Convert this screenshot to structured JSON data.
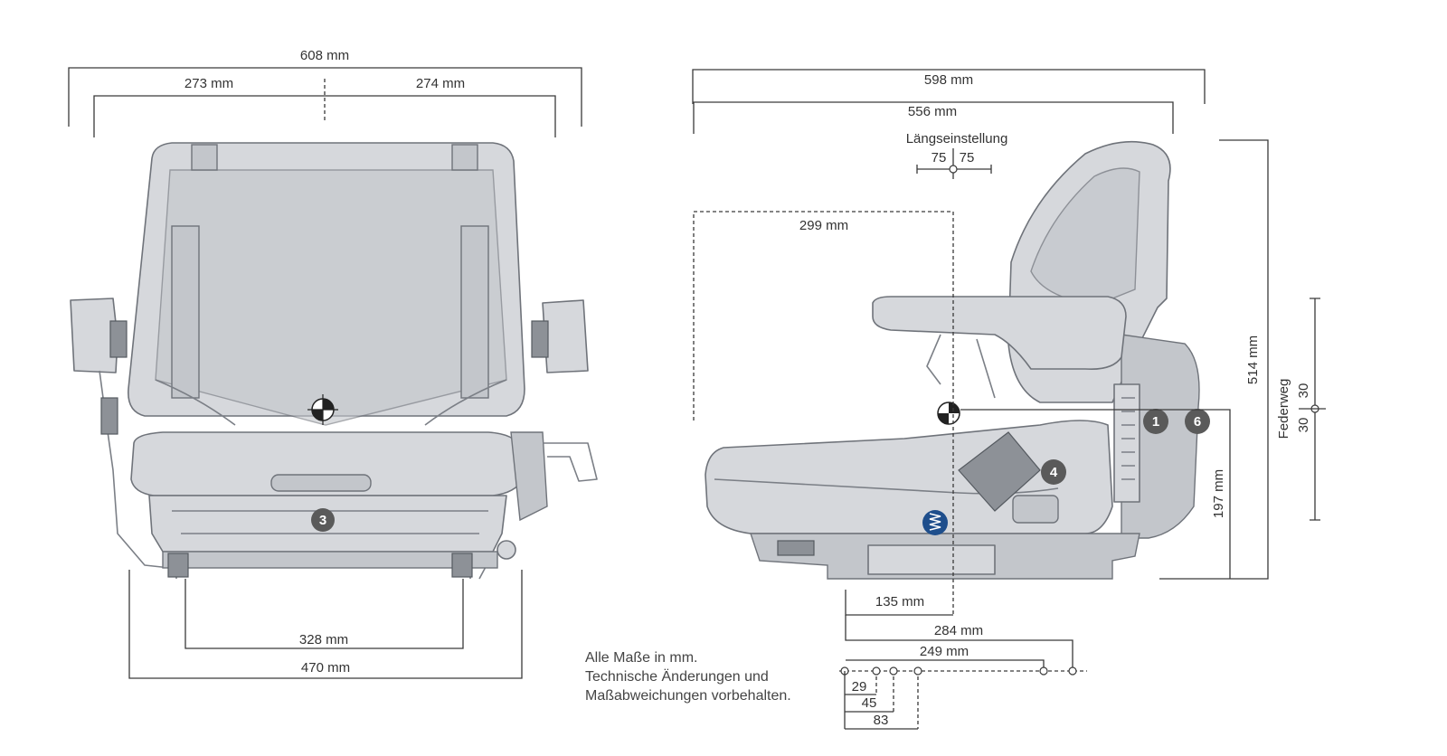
{
  "front_view": {
    "dimensions": {
      "overall_width": "608 mm",
      "left_half": "273 mm",
      "right_half": "274 mm",
      "rail_spacing": "328 mm",
      "base_width": "470 mm"
    },
    "badges": [
      "3"
    ]
  },
  "side_view": {
    "dimensions": {
      "overall_depth": "598 mm",
      "seat_depth": "556 mm",
      "seat_reference": "299 mm",
      "height": "514 mm",
      "seat_index_height": "197 mm",
      "rail_offset": "135 mm",
      "mount_284": "284 mm",
      "mount_249": "249 mm",
      "mount_29": "29",
      "mount_45": "45",
      "mount_83": "83"
    },
    "fore_aft": {
      "label": "Längseinstellung",
      "forward": "75",
      "backward": "75"
    },
    "suspension": {
      "label": "Federweg",
      "up": "30",
      "down": "30"
    },
    "badges": [
      "1",
      "6",
      "4"
    ]
  },
  "notes": {
    "line1": "Alle Maße in mm.",
    "line2": "Technische Änderungen und",
    "line3": "Maßabweichungen vorbehalten."
  },
  "colors": {
    "seat_fill": "#d6d8dc",
    "badge": "#5a5a5a",
    "suspension_badge": "#1e4e8c"
  }
}
